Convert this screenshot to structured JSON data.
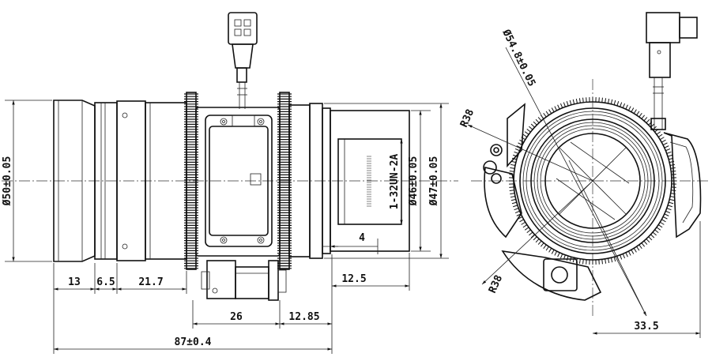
{
  "side_view": {
    "dims": {
      "d_front": "Ø50±0.05",
      "seg1": "13",
      "seg2": "6.5",
      "seg3": "21.7",
      "gear_span": "26",
      "rear_offset": "12.85",
      "total_length": "87±0.4",
      "mount_depth": "12.5",
      "flange": "4",
      "thread": "1-32UN-2A",
      "d_mount": "Ø46±0.05",
      "d_rear": "Ø47±0.05"
    }
  },
  "front_view": {
    "dims": {
      "d_gear": "Ø54.8±0.05",
      "r_top": "R38",
      "r_bottom": "R38",
      "offset": "33.5"
    }
  }
}
